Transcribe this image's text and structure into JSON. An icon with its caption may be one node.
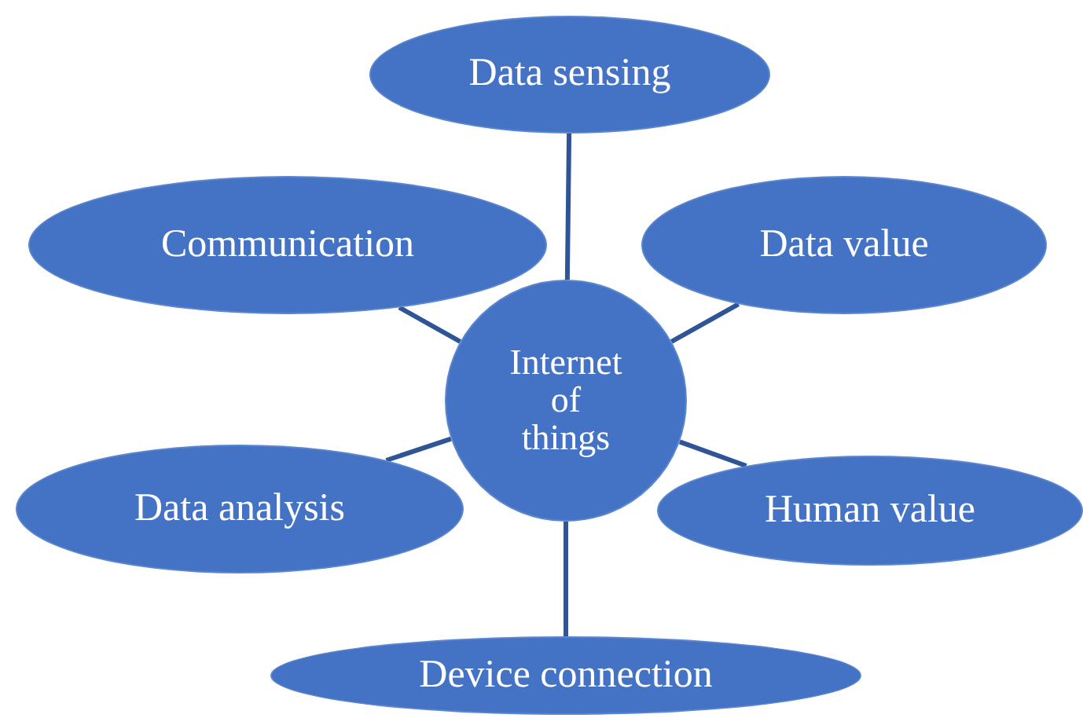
{
  "diagram": {
    "nodes": [
      {
        "text": [
          "Data sensing"
        ]
      },
      {
        "text": [
          "Communication"
        ]
      },
      {
        "text": [
          "Data value"
        ]
      },
      {
        "text": [
          "Internet of things"
        ]
      },
      {
        "text": [
          "Data analysis"
        ]
      },
      {
        "text": [
          "Human value"
        ]
      },
      {
        "text": [
          "Device connection"
        ]
      }
    ],
    "edges": [
      {
        "from": 3,
        "to": 0,
        "arrow": "none"
      },
      {
        "from": 3,
        "to": 1,
        "arrow": "none"
      },
      {
        "from": 3,
        "to": 2,
        "arrow": "none"
      },
      {
        "from": 3,
        "to": 4,
        "arrow": "none"
      },
      {
        "from": 3,
        "to": 5,
        "arrow": "none"
      },
      {
        "from": 3,
        "to": 6,
        "arrow": "none"
      }
    ]
  }
}
